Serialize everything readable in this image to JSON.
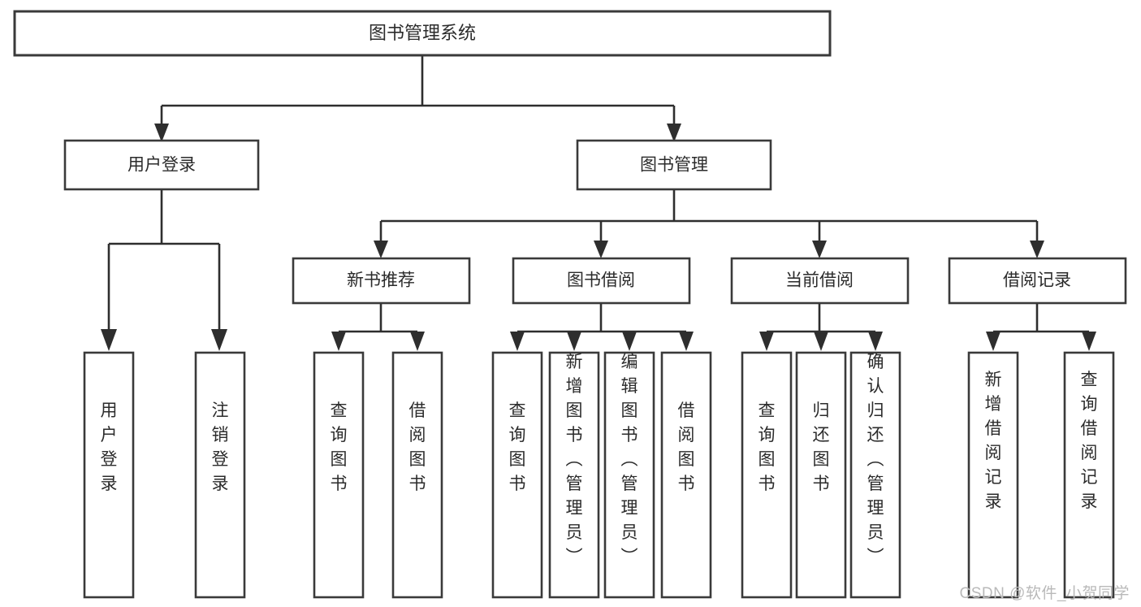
{
  "diagram": {
    "type": "tree-hierarchy",
    "orientation": "top-down",
    "root": {
      "id": "root",
      "label": "图书管理系统"
    },
    "level2": [
      {
        "id": "user-login",
        "label": "用户登录"
      },
      {
        "id": "book-manage",
        "label": "图书管理"
      }
    ],
    "level3": [
      {
        "id": "new-book-rec",
        "label": "新书推荐",
        "parent": "book-manage"
      },
      {
        "id": "book-borrow",
        "label": "图书借阅",
        "parent": "book-manage"
      },
      {
        "id": "current-borrow",
        "label": "当前借阅",
        "parent": "book-manage"
      },
      {
        "id": "borrow-record",
        "label": "借阅记录",
        "parent": "book-manage"
      }
    ],
    "leaves": {
      "user-login": [
        {
          "id": "leaf-user-login",
          "label": "用户登录"
        },
        {
          "id": "leaf-logout",
          "label": "注销登录"
        }
      ],
      "new-book-rec": [
        {
          "id": "leaf-query-book-1",
          "label": "查询图书"
        },
        {
          "id": "leaf-borrow-book-1",
          "label": "借阅图书"
        }
      ],
      "book-borrow": [
        {
          "id": "leaf-query-book-2",
          "label": "查询图书"
        },
        {
          "id": "leaf-add-book",
          "label": "新增图书（管理员）"
        },
        {
          "id": "leaf-edit-book",
          "label": "编辑图书（管理员）"
        },
        {
          "id": "leaf-borrow-book-2",
          "label": "借阅图书"
        }
      ],
      "current-borrow": [
        {
          "id": "leaf-query-book-3",
          "label": "查询图书"
        },
        {
          "id": "leaf-return-book",
          "label": "归还图书"
        },
        {
          "id": "leaf-confirm-return",
          "label": "确认归还（管理员）"
        }
      ],
      "borrow-record": [
        {
          "id": "leaf-add-record",
          "label": "新增借阅记录"
        },
        {
          "id": "leaf-query-record",
          "label": "查询借阅记录"
        }
      ]
    }
  },
  "watermark": {
    "text": "CSDN @软件_小贺同学"
  },
  "colors": {
    "background": "#ffffff",
    "box_fill": "#ffffff",
    "box_stroke": "#3a3a3a",
    "connector": "#2e2e2e",
    "text": "#2b2b2b",
    "watermark": "#b9b9b9"
  }
}
